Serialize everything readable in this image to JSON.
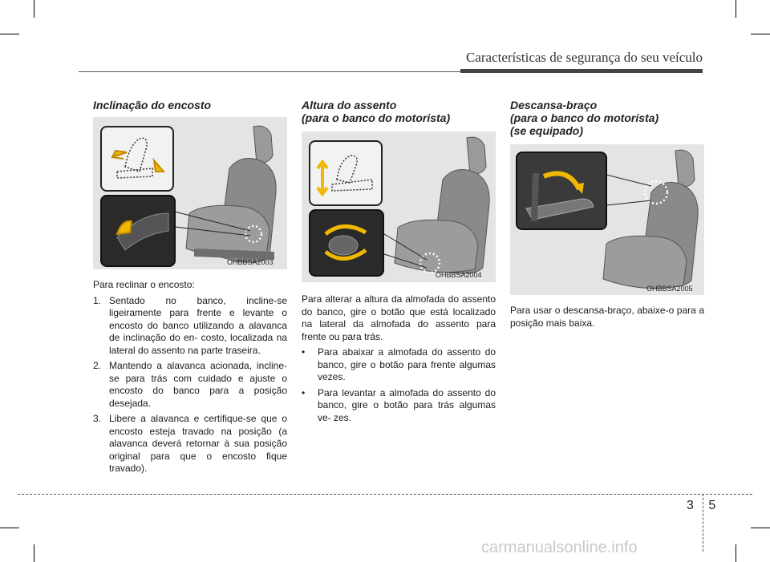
{
  "header": {
    "title": "Características de segurança do seu veículo"
  },
  "columns": [
    {
      "title_lines": [
        "Inclinação do encosto"
      ],
      "figure_code": "OHBBSA2003",
      "intro": "Para reclinar o encosto:",
      "items": [
        {
          "marker": "1.",
          "text": "Sentado no banco, incline-se ligeiramente para frente e levante o encosto do banco utilizando a alavanca de inclinação do en- costo, localizada na lateral do assento na parte traseira."
        },
        {
          "marker": "2.",
          "text": "Mantendo a alavanca acionada, incline-se para trás com cuidado e ajuste o encosto do banco para a posição desejada."
        },
        {
          "marker": "3.",
          "text": "Libere a alavanca e certifique-se que o encosto esteja travado na posição (a alavanca deverá retornar à sua posição original para que o encosto fique travado)."
        }
      ]
    },
    {
      "title_lines": [
        "Altura do assento",
        "(para o banco do motorista)"
      ],
      "figure_code": "OHBBSA2004",
      "intro": "Para alterar a altura da almofada do assento do banco, gire o botão que está localizado na lateral da almofada do assento para frente ou para trás.",
      "items": [
        {
          "marker": "•",
          "text": "Para abaixar a almofada do assento do banco, gire o botão para frente algumas vezes."
        },
        {
          "marker": "•",
          "text": "Para levantar a almofada do assento do banco, gire o botão para trás algumas ve- zes."
        }
      ]
    },
    {
      "title_lines": [
        "Descansa-braço",
        "(para o banco do motorista)",
        "(se equipado)"
      ],
      "figure_code": "OHBBSA2005",
      "intro": "Para usar o descansa-braço, abaixe-o para a posição mais baixa.",
      "items": []
    }
  ],
  "page": {
    "number": "3 5"
  },
  "watermark": "carmanualsonline.info",
  "colors": {
    "arrow": "#f0b800",
    "figure_bg": "#e4e4e4",
    "seat": "#8a8a8a"
  }
}
